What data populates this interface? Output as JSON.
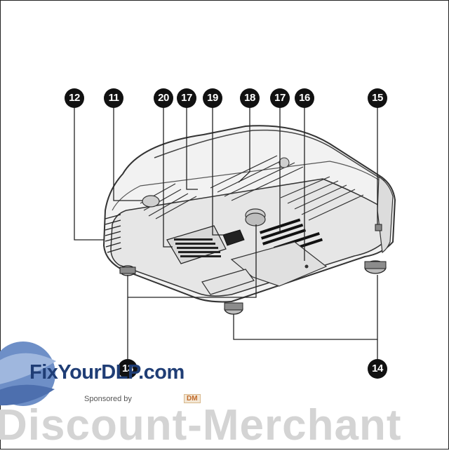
{
  "callouts": {
    "c12": "12",
    "c11": "11",
    "c20": "20",
    "c17a": "17",
    "c19": "19",
    "c18": "18",
    "c17b": "17",
    "c16": "16",
    "c15": "15",
    "c13": "13",
    "c14": "14"
  },
  "watermark": {
    "site": "FixYourDLP.com",
    "sponsored": "Sponsored by",
    "sponsor_logo": "DM",
    "banner": "Discount-Merchant"
  },
  "colors": {
    "callout_fill": "#111111",
    "watermark_blue": "#1f3d75",
    "watermark_gray": "#d4d4d4"
  }
}
